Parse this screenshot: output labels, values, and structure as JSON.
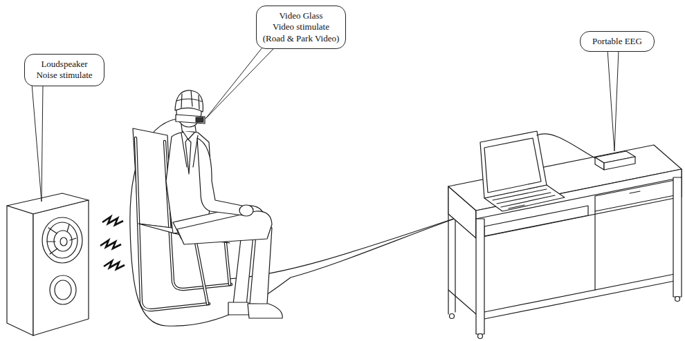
{
  "diagram": {
    "nodes": [
      {
        "text": [
          "Loudspeaker",
          "Noise stimulate"
        ]
      },
      {
        "text": [
          "Video Glass",
          "Video stimulate (Road & Park Video)"
        ]
      },
      {
        "text": [
          "Portable EEG"
        ]
      }
    ]
  }
}
